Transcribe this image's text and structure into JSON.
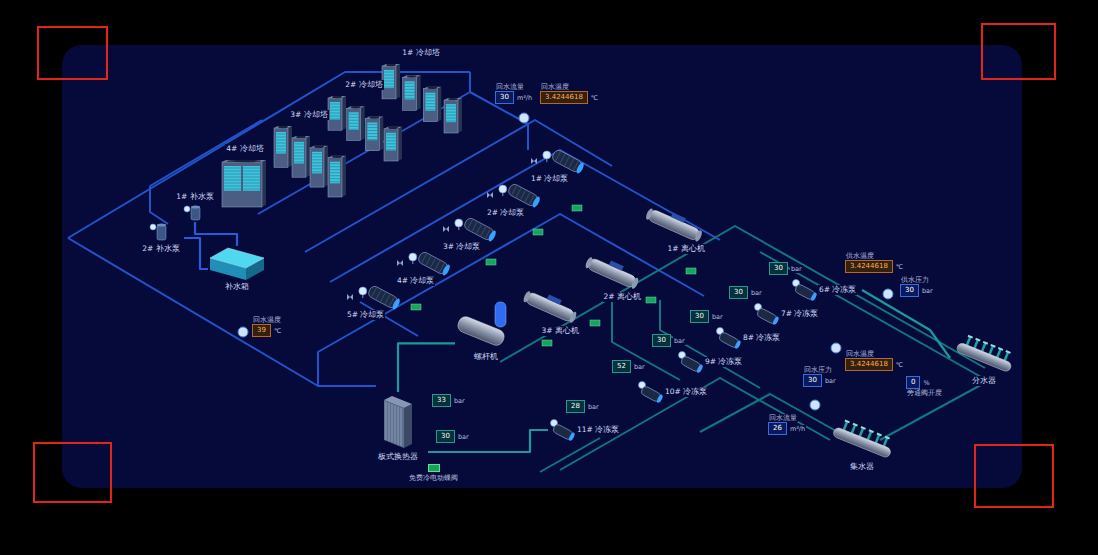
{
  "diagram": {
    "nodes": [
      {
        "text": [
          "1# 冷却塔"
        ]
      },
      {
        "text": [
          "2# 冷却塔"
        ]
      },
      {
        "text": [
          "3# 冷却塔"
        ]
      },
      {
        "text": [
          "4# 冷却塔"
        ]
      },
      {
        "text": [
          "1# 补水泵"
        ]
      },
      {
        "text": [
          "2# 补水泵"
        ]
      },
      {
        "text": [
          "补水箱"
        ]
      },
      {
        "text": [
          "1# 冷却泵"
        ]
      },
      {
        "text": [
          "2# 冷却泵"
        ]
      },
      {
        "text": [
          "3# 冷却泵"
        ]
      },
      {
        "text": [
          "4# 冷却泵"
        ]
      },
      {
        "text": [
          "5# 冷却泵"
        ]
      },
      {
        "text": [
          "1# 离心机"
        ]
      },
      {
        "text": [
          "2# 离心机"
        ]
      },
      {
        "text": [
          "3# 离心机"
        ]
      },
      {
        "text": [
          "螺杆机"
        ]
      },
      {
        "text": [
          "6# 冷冻泵"
        ]
      },
      {
        "text": [
          "7# 冷冻泵"
        ]
      },
      {
        "text": [
          "8# 冷冻泵"
        ]
      },
      {
        "text": [
          "9# 冷冻泵"
        ]
      },
      {
        "text": [
          "10# 冷冻泵"
        ]
      },
      {
        "text": [
          "11# 冷冻泵"
        ]
      },
      {
        "text": [
          "板式换热器"
        ]
      },
      {
        "text": [
          "分水器"
        ]
      },
      {
        "text": [
          "集水器"
        ]
      },
      {
        "text": [
          "回水流量",
          "30"
        ]
      },
      {
        "text": [
          "回水温度",
          "3.4244618"
        ]
      },
      {
        "text": [
          "回水温度",
          "39"
        ]
      },
      {
        "text": [
          "30"
        ]
      },
      {
        "text": [
          "30"
        ]
      },
      {
        "text": [
          "30"
        ]
      },
      {
        "text": [
          "30"
        ]
      },
      {
        "text": [
          "52"
        ]
      },
      {
        "text": [
          "28"
        ]
      },
      {
        "text": [
          "33"
        ]
      },
      {
        "text": [
          "30"
        ]
      },
      {
        "text": [
          "供水温度",
          "3.4244618"
        ]
      },
      {
        "text": [
          "供水压力",
          "30"
        ]
      },
      {
        "text": [
          "回水温度",
          "3.4244618"
        ]
      },
      {
        "text": [
          "回水压力",
          "30"
        ]
      },
      {
        "text": [
          "0",
          "旁通阀开度"
        ]
      },
      {
        "text": [
          "回水流量",
          "26"
        ]
      },
      {
        "text": [
          "免费冷电动蝶阀"
        ]
      }
    ],
    "edges": [
      {
        "from": 4,
        "to": 6,
        "arrow": "none"
      },
      {
        "from": 5,
        "to": 6,
        "arrow": "none"
      },
      {
        "from": 16,
        "to": 23,
        "arrow": "none"
      },
      {
        "from": 21,
        "to": 22,
        "arrow": "none"
      },
      {
        "from": 15,
        "to": 22,
        "arrow": "none"
      }
    ],
    "labels": [
      "m³/h",
      "℃",
      "℃",
      "bar",
      "bar",
      "bar",
      "bar",
      "bar",
      "bar",
      "bar",
      "bar",
      "℃",
      "bar",
      "℃",
      "bar",
      "%",
      "m³/h"
    ]
  }
}
